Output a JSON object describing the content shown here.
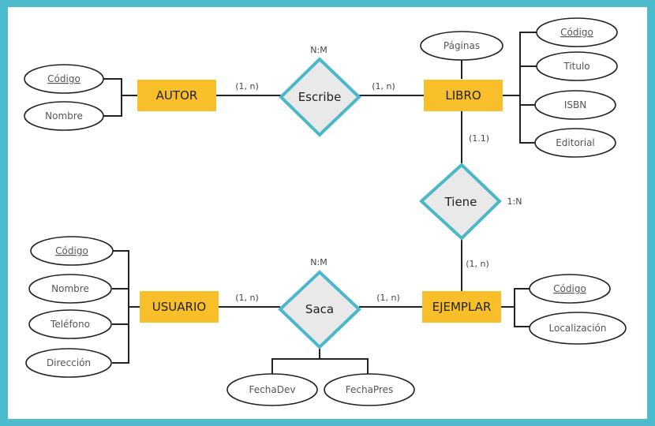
{
  "entities": {
    "autor": "AUTOR",
    "libro": "LIBRO",
    "usuario": "USUARIO",
    "ejemplar": "EJEMPLAR"
  },
  "relationships": {
    "escribe": "Escribe",
    "tiene": "Tiene",
    "saca": "Saca"
  },
  "attributes": {
    "autor": [
      "Código",
      "Nombre"
    ],
    "libro_top": "Páginas",
    "libro": [
      "Código",
      "Titulo",
      "ISBN",
      "Editorial"
    ],
    "usuario": [
      "Código",
      "Nombre",
      "Teléfono",
      "Dirección"
    ],
    "ejemplar": [
      "Código",
      "Localización"
    ],
    "saca": [
      "FechaDev",
      "FechaPres"
    ]
  },
  "cardinalities": {
    "escribe_type": "N:M",
    "autor_escribe": "(1, n)",
    "escribe_libro": "(1, n)",
    "libro_tiene": "(1.1)",
    "tiene_type": "1:N",
    "tiene_ejemplar": "(1, n)",
    "saca_type": "N:M",
    "usuario_saca": "(1, n)",
    "saca_ejemplar": "(1, n)"
  },
  "colors": {
    "frame_border": "#4cbccc",
    "entity_fill": "#f8bf2a",
    "diamond_stroke": "#4ab8c8",
    "diamond_fill": "#e9e9e9"
  }
}
